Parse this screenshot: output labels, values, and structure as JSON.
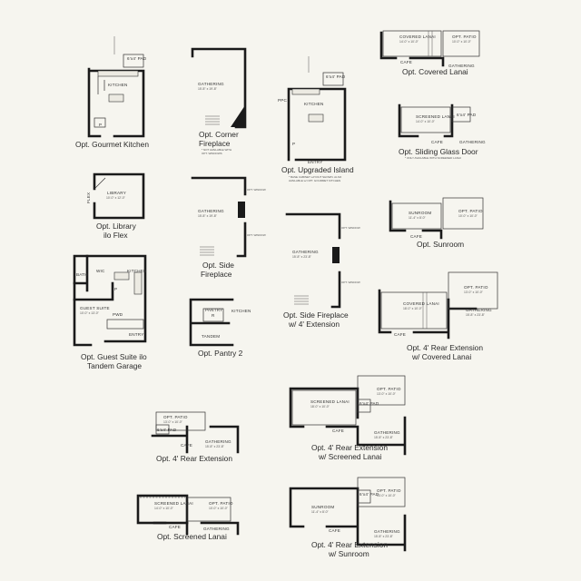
{
  "captions": {
    "gourmet_kitchen": "Opt. Gourmet Kitchen",
    "corner_fireplace_1": "Opt. Corner",
    "corner_fireplace_2": "Fireplace",
    "upgraded_island": "Opt. Upgraded Island",
    "covered_lanai": "Opt. Covered Lanai",
    "sliding_glass_door": "Opt. Sliding Glass Door",
    "library_1": "Opt. Library",
    "library_2": "ilo Flex",
    "side_fireplace_1": "Opt. Side",
    "side_fireplace_2": "Fireplace",
    "side_fireplace_ext_1": "Opt. Side Fireplace",
    "side_fireplace_ext_2": "w/ 4' Extension",
    "sunroom": "Opt. Sunroom",
    "guest_suite_1": "Opt. Guest Suite ilo",
    "guest_suite_2": "Tandem Garage",
    "pantry_2": "Opt. Pantry 2",
    "rear_ext_covered_1": "Opt. 4' Rear Extension",
    "rear_ext_covered_2": "w/ Covered Lanai",
    "rear_ext_screened_1": "Opt. 4' Rear Extension",
    "rear_ext_screened_2": "w/ Screened Lanai",
    "rear_ext": "Opt. 4' Rear Extension",
    "screened_lanai": "Opt. Screened Lanai",
    "rear_ext_sunroom_1": "Opt. 4' Rear Extension",
    "rear_ext_sunroom_2": "w/ Sunroom"
  },
  "rooms": {
    "kitchen": "KITCHEN",
    "gathering": "GATHERING",
    "library": "LIBRARY",
    "flex": "FLEX",
    "bath": "BATH",
    "wic": "WIC",
    "guest_suite": "GUEST SUITE",
    "entry": "ENTRY",
    "pantry": "PANTRY",
    "tandem": "TANDEM",
    "covered_lanai": "COVERED LANAI",
    "screened_lanai": "SCREENED LANAI",
    "sunroom": "SUNROOM",
    "opt_patio": "OPT. PATIO",
    "cafe": "CAFE",
    "pad": "6'x4' PAD",
    "ppc": "PPC",
    "pwd": "PWD",
    "p": "P",
    "r": "R"
  },
  "dimensions": {
    "gathering_corner": "15'-8\" x 19'-8\"",
    "gathering_side": "15'-8\" x 19'-8\"",
    "gathering_ext": "15'-8\" x 23'-8\"",
    "gathering_small": "15'-8\" x 23'-8\"",
    "library": "10'-0\" x 12'-0\"",
    "guest_suite": "10'-0\" x 13'-0\"",
    "covered_lanai": "14'-0\" x 10'-0\"",
    "covered_lanai_ext": "18'-0\" x 10'-0\"",
    "screened_lanai": "18'-0\" x 10'-0\"",
    "screened_lanai_small": "14'-0\" x 10'-0\"",
    "sunroom": "11'-4\" x 8'-0\"",
    "sunroom_ext": "11'-4\" x 8'-0\"",
    "opt_patio": "13'-0\" x 10'-0\"",
    "opt_patio_small": "10'-0\" x 10'-0\""
  },
  "notes": {
    "corner_fireplace_1": "* NOT AVAILABLE WITH",
    "corner_fireplace_2": "OPT. WINDOWS",
    "upgraded_island_1": "* BASE CABINET LAYOUT SHOWN. ALSO",
    "upgraded_island_2": "AVAILABLE w/ OPT. GOURMET KITCHEN",
    "sliding_door": "* ONLY AVAILABLE WITH SCREENED LANAI",
    "opt_window": "OPT. WINDOW",
    "opt_panel": "OPT. PANEL"
  }
}
